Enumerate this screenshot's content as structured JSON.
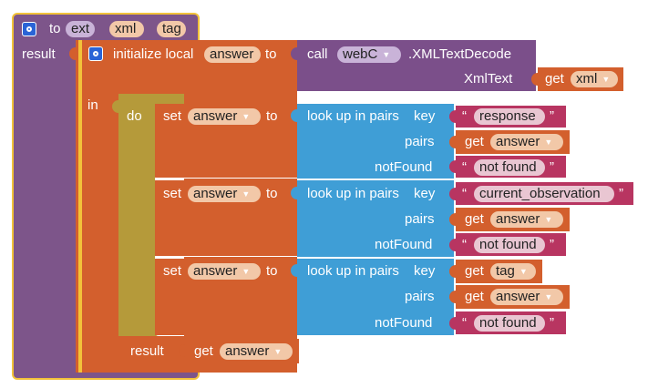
{
  "colors": {
    "procedure": "#7d558a",
    "variable": "#d35f2d",
    "control": "#b59a3a",
    "lookup": "#3f9ed6",
    "text": "#b83561",
    "component": "#7b4f8a",
    "selection": "#f2c23a"
  },
  "procedure": {
    "keyword": "to",
    "name": "ext",
    "params": [
      "xml",
      "tag"
    ],
    "result_label": "result",
    "gear_icon": "mutator-gear-icon"
  },
  "init_local": {
    "label": "initialize local",
    "var_name": "answer",
    "to_label": "to",
    "in_label": "in",
    "result_label": "result",
    "result_get": {
      "keyword": "get",
      "var": "answer"
    }
  },
  "call_block": {
    "call_label": "call",
    "component": "webC",
    "method": ".XMLTextDecode",
    "arg_label": "XmlText",
    "arg_get": {
      "keyword": "get",
      "var": "xml"
    }
  },
  "do_label": "do",
  "set_blocks": [
    {
      "set_label": "set",
      "var": "answer",
      "to_label": "to",
      "lookup": {
        "label": "look up in pairs",
        "key_label": "key",
        "pairs_label": "pairs",
        "notfound_label": "notFound"
      },
      "key": {
        "kind": "text",
        "value": "response"
      },
      "pairs": {
        "keyword": "get",
        "var": "answer"
      },
      "notfound": {
        "kind": "text",
        "value": "not found"
      }
    },
    {
      "set_label": "set",
      "var": "answer",
      "to_label": "to",
      "lookup": {
        "label": "look up in pairs",
        "key_label": "key",
        "pairs_label": "pairs",
        "notfound_label": "notFound"
      },
      "key": {
        "kind": "text",
        "value": "current_observation"
      },
      "pairs": {
        "keyword": "get",
        "var": "answer"
      },
      "notfound": {
        "kind": "text",
        "value": "not found"
      }
    },
    {
      "set_label": "set",
      "var": "answer",
      "to_label": "to",
      "lookup": {
        "label": "look up in pairs",
        "key_label": "key",
        "pairs_label": "pairs",
        "notfound_label": "notFound"
      },
      "key": {
        "kind": "get",
        "keyword": "get",
        "value": "tag"
      },
      "pairs": {
        "keyword": "get",
        "var": "answer"
      },
      "notfound": {
        "kind": "text",
        "value": "not found"
      }
    }
  ],
  "quote_open": "“",
  "quote_close": "”",
  "dropdown_icon": "▼"
}
